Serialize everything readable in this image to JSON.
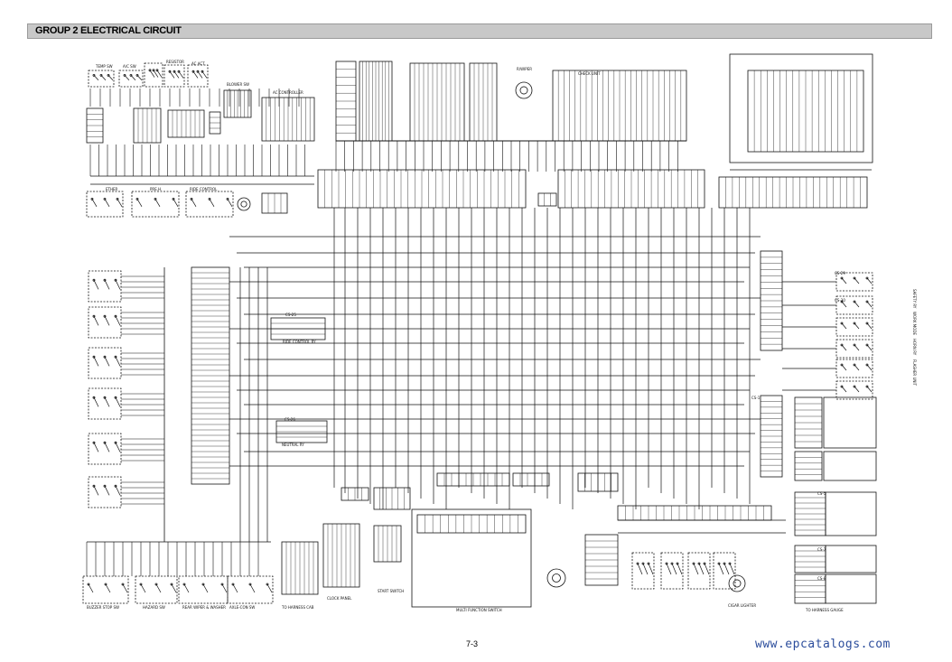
{
  "header": {
    "title": "GROUP 2 ELECTRICAL CIRCUIT"
  },
  "page": {
    "number": "7-3"
  },
  "watermark": {
    "text": "www.epcatalogs.com"
  },
  "diagram": {
    "labels": {
      "temp_sw": "TEMP SW",
      "ac_sw": "A/C SW",
      "resistor": "RESISTOR",
      "actuator": "AC ACT",
      "blower_sw": "BLOWER SW",
      "ac_controller": "AC CONTROLLER",
      "rwiper": "R/WIPER",
      "check_unit": "CHECK UNIT",
      "ether": "ETHER",
      "preheat": "PRE.H.",
      "ride_control": "RIDE CONTROL",
      "ride_control_ry": "RIDE CONTROL RY",
      "neutral_ry": "NEUTRAL RY",
      "buzzer_stop_sw": "BUZZER STOP SW",
      "hazard_sw": "HAZARD SW",
      "rear_wiper_washer": "REAR WIPER & WASHER",
      "axle_sw": "AXLE-CON SW",
      "tm_harness_cab": "TO HARNESS CAB",
      "clock_panel": "CLOCK PANEL",
      "start_switch": "START SWITCH",
      "multi_function_switch": "MULTI FUNCTION SWITCH",
      "cigar_lighter": "CIGAR LIGHTER",
      "to_harness_gauge": "TO HARNESS GAUGE",
      "safety_ry": "SAFETY RY",
      "work_mode": "WORK MODE",
      "horn_ry": "HORN RY",
      "flasher_unit": "FLASHER UNIT",
      "cs1": "CS-1",
      "cs5": "CS-5",
      "cs7": "CS-7",
      "cs8": "CS-8",
      "cs25": "CS-25",
      "cs26": "CS-26",
      "cs29": "CS-29",
      "cs30": "CS-30"
    }
  }
}
